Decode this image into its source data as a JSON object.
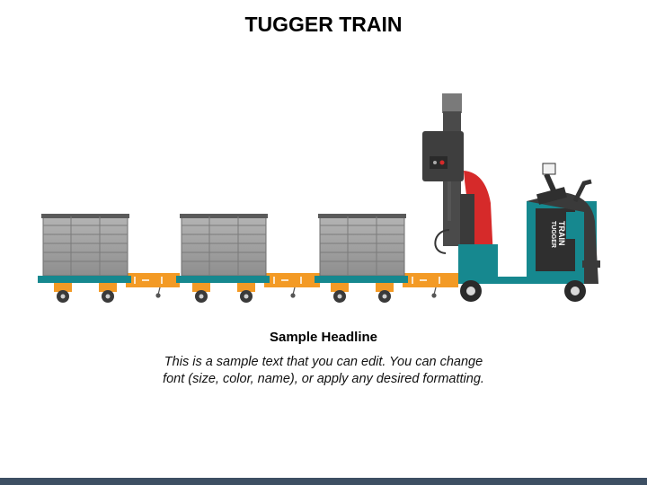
{
  "page": {
    "title": "TUGGER TRAIN"
  },
  "illustration": {
    "tractor_label_line1": "TUGGER",
    "tractor_label_line2": "TRAIN",
    "cart_count": 3,
    "colors": {
      "teal": "#16888f",
      "orange": "#f39a25",
      "red": "#d62a2a",
      "dark": "#3a3a3a",
      "crate_gray": "#9c9c9c"
    }
  },
  "content": {
    "headline": "Sample Headline",
    "body_line1": "This is a sample text that you can edit. You can change",
    "body_line2": "font (size, color, name), or apply any desired formatting."
  }
}
